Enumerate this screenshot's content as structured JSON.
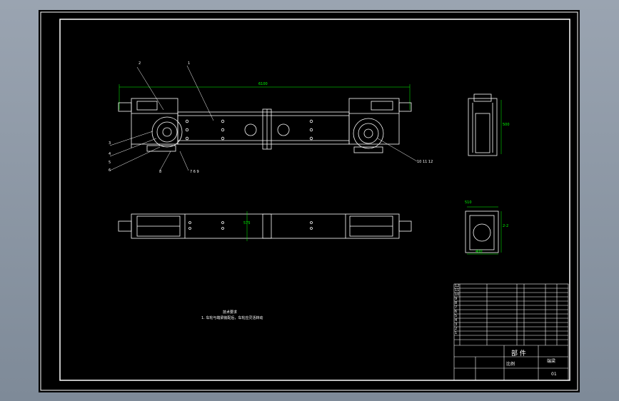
{
  "drawing": {
    "background": "#000000",
    "line_color": "#ffffff",
    "dim_color": "#00ff00",
    "callouts": {
      "c2": "2",
      "c1": "1",
      "c_left_a": "3",
      "c_left_b": "4",
      "c_left_c": "5",
      "c_left_d": "6",
      "c_bottom_a": "8",
      "c_bottom_b": "7 6 9",
      "c_right": "10 11 12"
    },
    "dimensions": {
      "overall_length": "6100",
      "height_side": "500",
      "height_front": "575",
      "top_width": "510",
      "bottom_width": "400"
    },
    "section_label": "2-2",
    "notes": {
      "title": "技术要求",
      "line1": "1. 车轮与端梁装配后，车轮应灵活转动"
    }
  },
  "title_block": {
    "part_title": "部 件",
    "drawing_label": "端梁",
    "sheet_no": "01",
    "scale_label": "比例",
    "rows": [
      "12",
      "11",
      "10",
      "9",
      "8",
      "7",
      "6",
      "5",
      "4",
      "3",
      "2",
      "1"
    ]
  }
}
